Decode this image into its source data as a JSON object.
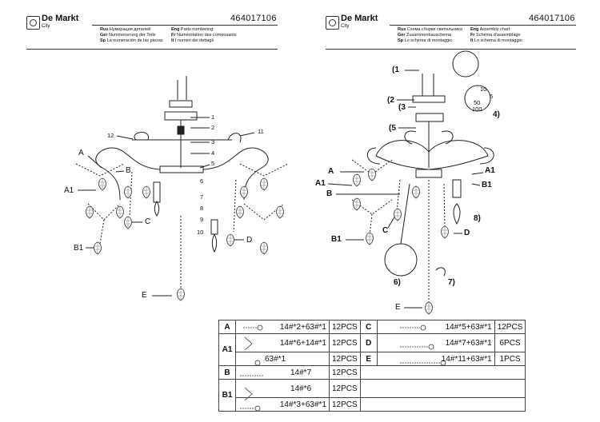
{
  "left_sheet": {
    "logo": {
      "name": "De Markt",
      "sub": "City"
    },
    "code": "464017106",
    "lines": [
      {
        "lang": "Rus",
        "text": "Нумерация деталей"
      },
      {
        "lang": "Ger",
        "text": "Nummerierung der Teile"
      },
      {
        "lang": "Sp",
        "text": "La numeración de las piezas"
      },
      {
        "lang": "Eng",
        "text": "Parts numbering"
      },
      {
        "lang": "Fr",
        "text": "Numérotation des composants"
      },
      {
        "lang": "It",
        "text": "I numeri dei dettagli"
      }
    ],
    "labels": [
      "1",
      "2",
      "3",
      "4",
      "5",
      "6",
      "7",
      "8",
      "9",
      "10",
      "11",
      "12",
      "A",
      "B",
      "A1",
      "C",
      "B1",
      "D",
      "E"
    ]
  },
  "right_sheet": {
    "logo": {
      "name": "De Markt",
      "sub": "City"
    },
    "code": "464017106",
    "lines": [
      {
        "lang": "Rus",
        "text": "Схема сборки светильника"
      },
      {
        "lang": "Ger",
        "text": "Zusammenbauschema"
      },
      {
        "lang": "Sp",
        "text": "Lo schema di montaggio"
      },
      {
        "lang": "Eng",
        "text": "Assembly chart"
      },
      {
        "lang": "Fr",
        "text": "Schéma d'assemblage"
      },
      {
        "lang": "It",
        "text": "Lo schema di montaggio"
      }
    ],
    "labels": [
      "(1",
      "(2",
      "(3",
      "(5",
      "4)",
      "A",
      "A1",
      "B",
      "B1",
      "C",
      "D",
      "E",
      "A1",
      "B1",
      "8)",
      "6)",
      "7)"
    ],
    "dims": [
      "10",
      "5",
      "50",
      "100"
    ]
  },
  "table": {
    "rows": [
      {
        "code": "A",
        "desc": "14#*2+63#*1",
        "qty": "12PCS",
        "code2": "C",
        "desc2": "14#*5+63#*1",
        "qty2": "12PCS"
      },
      {
        "code": "A1",
        "desc": "14#*6+14#*1",
        "qty": "12PCS",
        "code2": "D",
        "desc2": "14#*7+63#*1",
        "qty2": "6PCS"
      },
      {
        "code": "",
        "desc": "63#*1",
        "qty": "12PCS",
        "code2": "E",
        "desc2": "14#*11+63#*1",
        "qty2": "1PCS"
      },
      {
        "code": "B",
        "desc": "14#*7",
        "qty": "12PCS"
      },
      {
        "code": "B1",
        "desc": "14#*6",
        "qty": "12PCS"
      },
      {
        "code": "",
        "desc": "14#*3+63#*1",
        "qty": "12PCS"
      }
    ]
  }
}
